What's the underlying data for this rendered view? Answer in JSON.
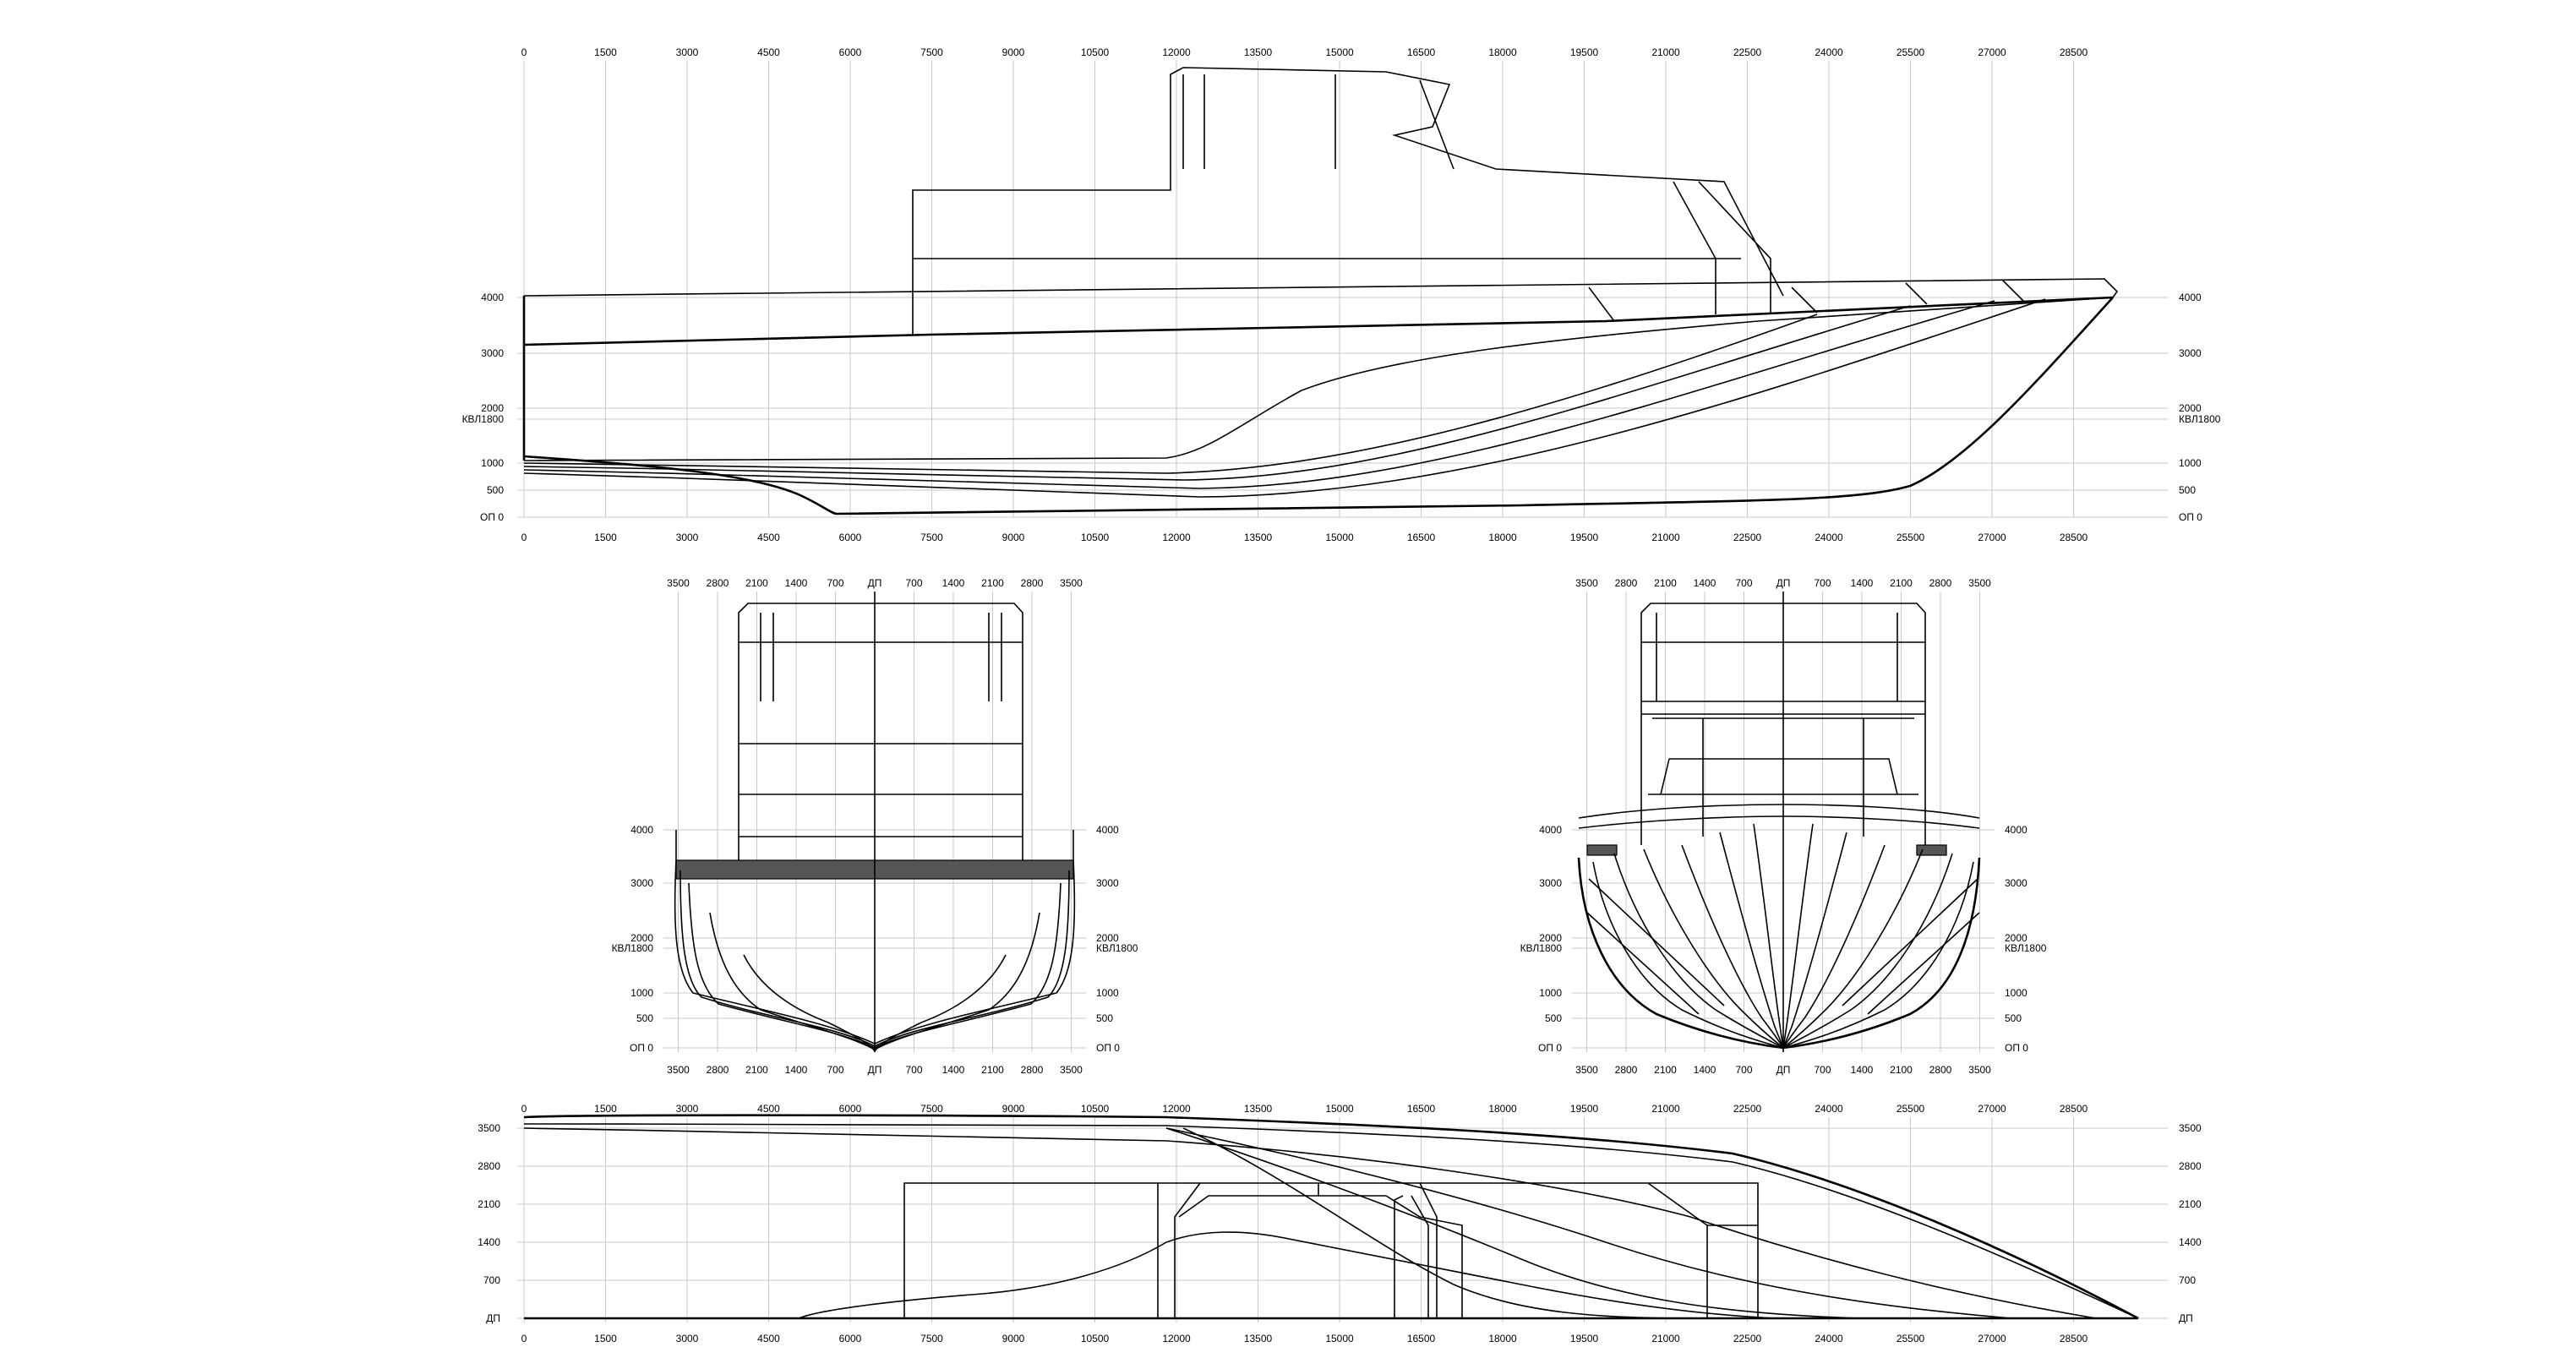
{
  "profile_view": {
    "x_ticks": [
      "0",
      "1500",
      "3000",
      "4500",
      "6000",
      "7500",
      "9000",
      "10500",
      "12000",
      "13500",
      "15000",
      "16500",
      "18000",
      "19500",
      "21000",
      "22500",
      "24000",
      "25500",
      "27000",
      "28500"
    ],
    "y_left": [
      "4000",
      "3000",
      "2000",
      "КВЛ1800",
      "1000",
      "500",
      "ОП 0"
    ],
    "y_right": [
      "4000",
      "3000",
      "2000",
      "КВЛ1800",
      "1000",
      "500",
      "ОП 0"
    ]
  },
  "body_plan_left": {
    "top_ticks": [
      "3500",
      "2800",
      "2100",
      "1400",
      "700",
      "ДП",
      "700",
      "1400",
      "2100",
      "2800",
      "3500"
    ],
    "bottom_ticks": [
      "3500",
      "2800",
      "2100",
      "1400",
      "700",
      "ДП",
      "700",
      "1400",
      "2100",
      "2800",
      "3500"
    ],
    "y_left": [
      "4000",
      "3000",
      "2000",
      "КВЛ1800",
      "1000",
      "500",
      "ОП 0"
    ],
    "y_right": [
      "4000",
      "3000",
      "2000",
      "КВЛ1800",
      "1000",
      "500",
      "ОП 0"
    ]
  },
  "body_plan_right": {
    "top_ticks": [
      "3500",
      "2800",
      "2100",
      "1400",
      "700",
      "ДП",
      "700",
      "1400",
      "2100",
      "2800",
      "3500"
    ],
    "bottom_ticks": [
      "3500",
      "2800",
      "2100",
      "1400",
      "700",
      "ДП",
      "700",
      "1400",
      "2100",
      "2800",
      "3500"
    ],
    "y_left": [
      "4000",
      "3000",
      "2000",
      "КВЛ1800",
      "1000",
      "500",
      "ОП 0"
    ],
    "y_right": [
      "4000",
      "3000",
      "2000",
      "КВЛ1800",
      "1000",
      "500",
      "ОП 0"
    ]
  },
  "plan_view": {
    "x_ticks": [
      "0",
      "1500",
      "3000",
      "4500",
      "6000",
      "7500",
      "9000",
      "10500",
      "12000",
      "13500",
      "15000",
      "16500",
      "18000",
      "19500",
      "21000",
      "22500",
      "24000",
      "25500",
      "27000",
      "28500"
    ],
    "y_left": [
      "3500",
      "2800",
      "2100",
      "1400",
      "700",
      "ДП"
    ],
    "y_right": [
      "3500",
      "2800",
      "2100",
      "1400",
      "700",
      "ДП"
    ]
  }
}
